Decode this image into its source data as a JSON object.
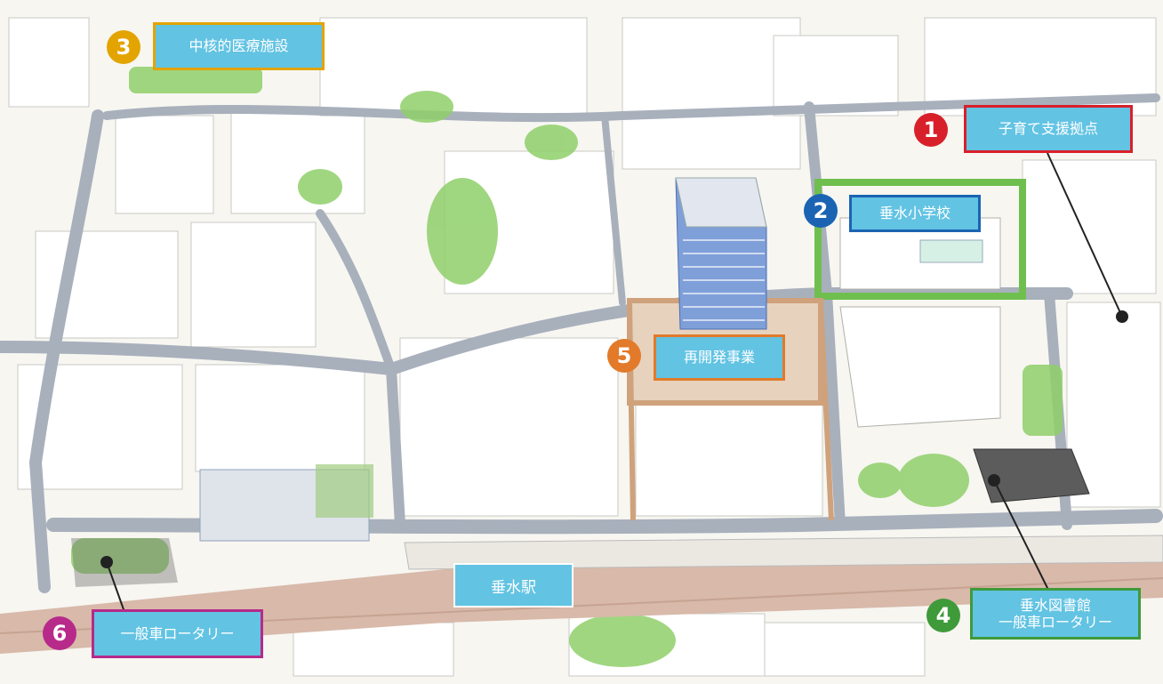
{
  "map": {
    "station_label": "垂水駅",
    "landmarks": [
      {
        "id": "childcare",
        "number": "1",
        "label_lines": [
          "子育て支援拠点"
        ],
        "badge_color": "#d8202b",
        "border_color": "#d8202b"
      },
      {
        "id": "elementary-school",
        "number": "2",
        "label_lines": [
          "垂水小学校"
        ],
        "badge_color": "#1b64b3",
        "border_color": "#1b64b3"
      },
      {
        "id": "medical-facility",
        "number": "3",
        "label_lines": [
          "中核的医療施設"
        ],
        "badge_color": "#e3a400",
        "border_color": "#e3a400"
      },
      {
        "id": "library",
        "number": "4",
        "label_lines": [
          "垂水図書館",
          "一般車ロータリー"
        ],
        "badge_color": "#3f9a3a",
        "border_color": "#3f9a3a"
      },
      {
        "id": "redevelopment",
        "number": "5",
        "label_lines": [
          "再開発事業"
        ],
        "badge_color": "#e27a2a",
        "border_color": "#e27a2a"
      },
      {
        "id": "rotary",
        "number": "6",
        "label_lines": [
          "一般車ロータリー"
        ],
        "badge_color": "#b72a8a",
        "border_color": "#b72a8a"
      }
    ],
    "colors": {
      "label_fill": "#62c3e3",
      "road": "#a8b0bc",
      "greenery": "#8fcf6a",
      "plaza": "#cfa27c",
      "railway": "#d8b9aa"
    }
  }
}
